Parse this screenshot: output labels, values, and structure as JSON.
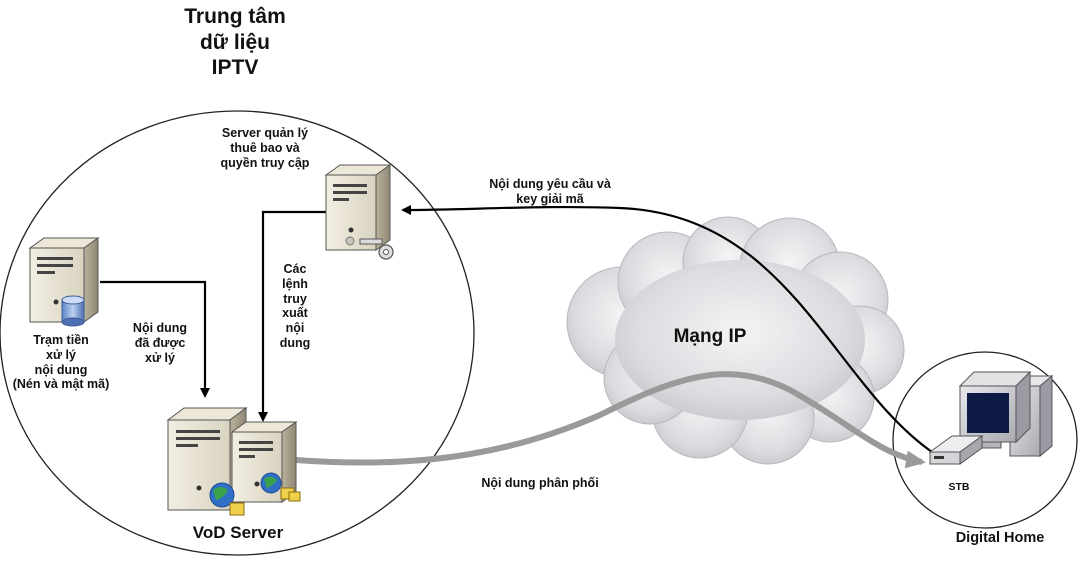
{
  "diagram": {
    "title_lines": [
      "Trung tâm",
      "dữ liệu",
      "IPTV"
    ],
    "nodes": {
      "subscriber_server": {
        "label_lines": [
          "Server quản lý",
          "thuê bao và",
          "quyền truy cập"
        ]
      },
      "preprocessing_station": {
        "label_lines": [
          "Trạm tiền",
          "xử lý",
          "nội dung",
          "(Nén và mật mã)"
        ]
      },
      "vod_server": {
        "label": "VoD Server"
      },
      "stb": {
        "label": "STB"
      },
      "digital_home": {
        "label": "Digital Home"
      },
      "ip_network": {
        "label": "Mạng IP"
      }
    },
    "edges": {
      "processed_content": {
        "label_lines": [
          "Nội dung",
          "đã được",
          "xử lý"
        ]
      },
      "content_commands": {
        "label_lines": [
          "Các",
          "lệnh",
          "truy",
          "xuất",
          "nội",
          "dung"
        ]
      },
      "request_key": {
        "label_lines": [
          "Nội dung yêu cầu và",
          "key giải mã"
        ]
      },
      "distribution": {
        "label": "Nội dung phân phối"
      }
    }
  }
}
